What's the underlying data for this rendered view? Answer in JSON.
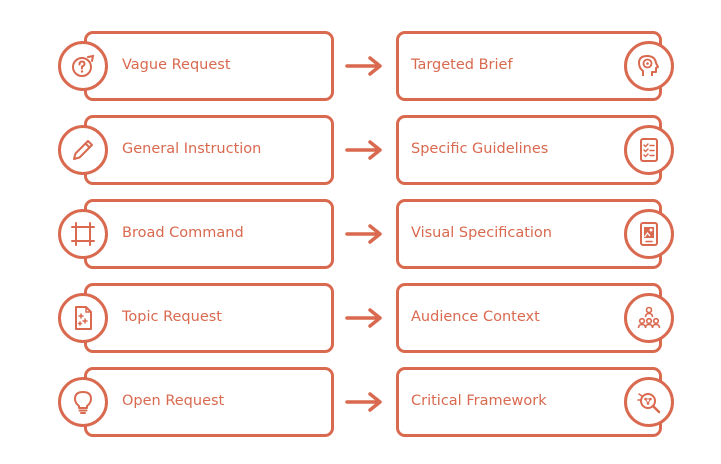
{
  "theme": {
    "accent": "#D9694F",
    "background": "#ffffff"
  },
  "rows": [
    {
      "left": {
        "label": "Vague Request",
        "icon": "question-bubble-icon"
      },
      "right": {
        "label": "Targeted Brief",
        "icon": "head-target-icon"
      }
    },
    {
      "left": {
        "label": "General Instruction",
        "icon": "pencil-icon"
      },
      "right": {
        "label": "Specific Guidelines",
        "icon": "checklist-icon"
      }
    },
    {
      "left": {
        "label": "Broad Command",
        "icon": "frame-crop-icon"
      },
      "right": {
        "label": "Visual Specification",
        "icon": "tablet-image-icon"
      }
    },
    {
      "left": {
        "label": "Topic Request",
        "icon": "document-sparkle-icon"
      },
      "right": {
        "label": "Audience Context",
        "icon": "audience-group-icon"
      }
    },
    {
      "left": {
        "label": "Open Request",
        "icon": "lightbulb-icon"
      },
      "right": {
        "label": "Critical Framework",
        "icon": "magnify-network-icon"
      }
    }
  ]
}
